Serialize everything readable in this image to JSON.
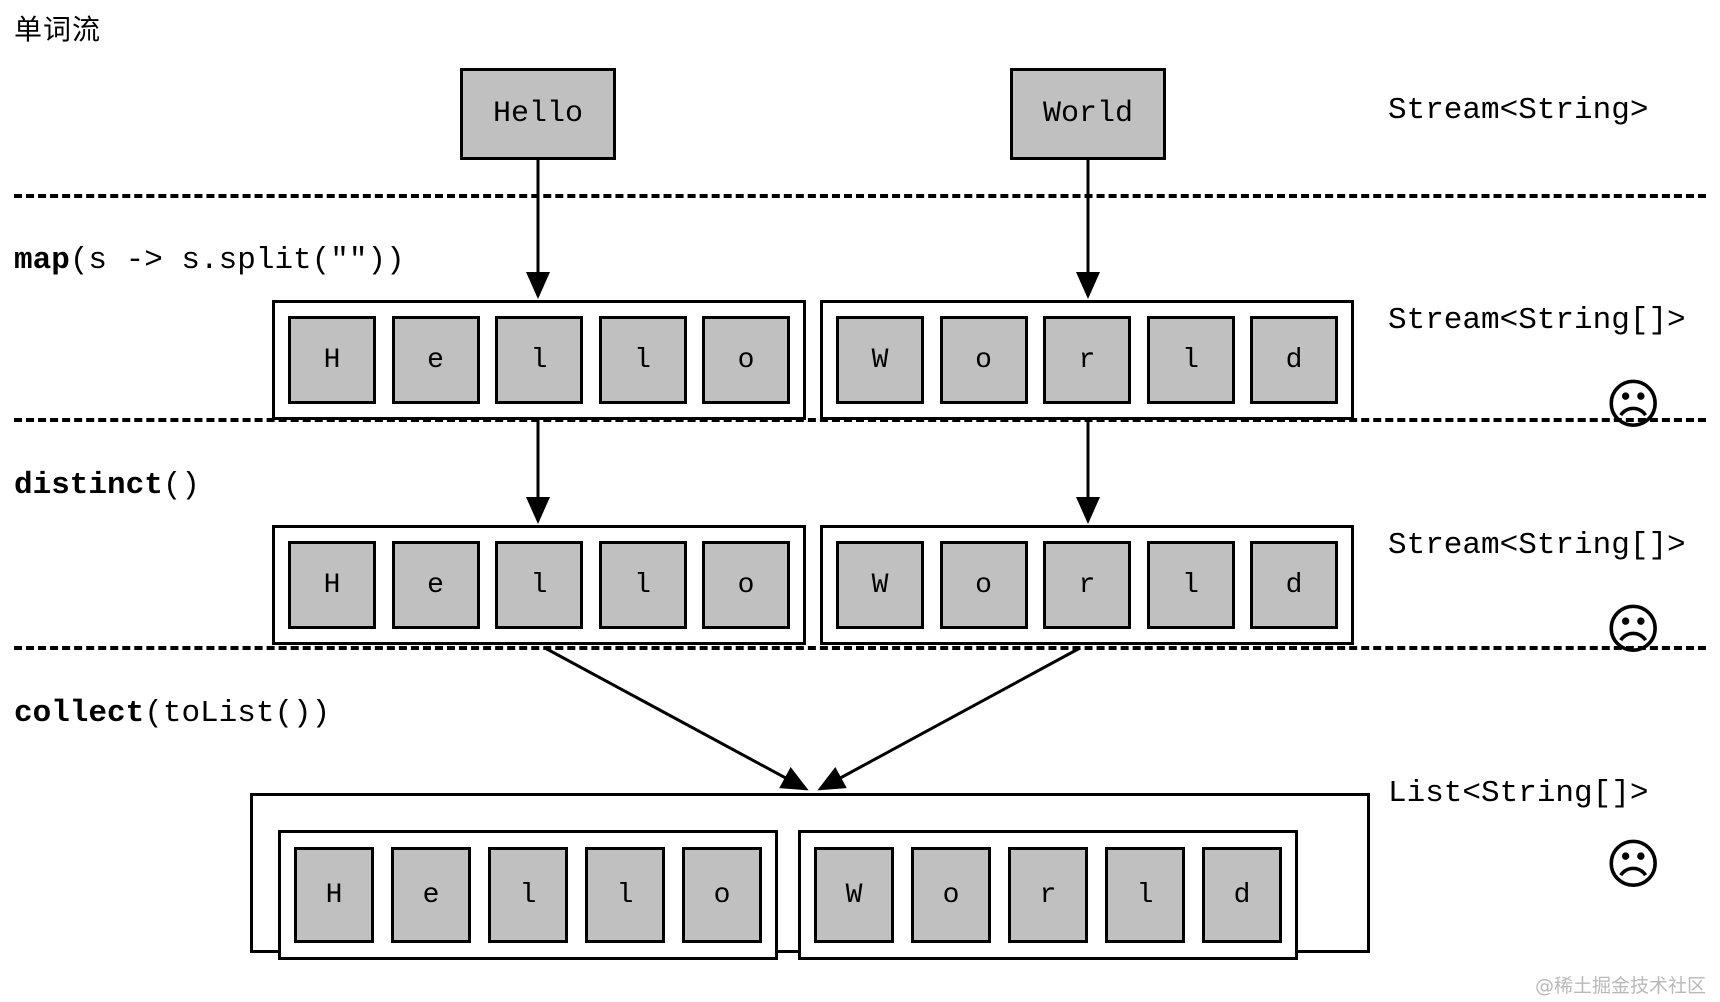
{
  "title": "单词流",
  "watermark": "@稀土掘金技术社区",
  "colors": {
    "cell_fill": "#c0c0c0",
    "stroke": "#000000",
    "background": "#ffffff",
    "watermark": "#b9b9b9"
  },
  "stages": [
    {
      "id": "source",
      "op_name": "",
      "op_args": "",
      "type_label": "Stream<String>",
      "sad": false,
      "items": [
        {
          "word": "Hello"
        },
        {
          "word": "World"
        }
      ]
    },
    {
      "id": "map",
      "op_name": "map",
      "op_args": "(s -> s.split(\"\"))",
      "type_label": "Stream<String[]>",
      "sad": true,
      "sad_icon": "sad-face-icon",
      "arrays": [
        {
          "chars": [
            "H",
            "e",
            "l",
            "l",
            "o"
          ]
        },
        {
          "chars": [
            "W",
            "o",
            "r",
            "l",
            "d"
          ]
        }
      ]
    },
    {
      "id": "distinct",
      "op_name": "distinct",
      "op_args": "()",
      "type_label": "Stream<String[]>",
      "sad": true,
      "sad_icon": "sad-face-icon",
      "arrays": [
        {
          "chars": [
            "H",
            "e",
            "l",
            "l",
            "o"
          ]
        },
        {
          "chars": [
            "W",
            "o",
            "r",
            "l",
            "d"
          ]
        }
      ]
    },
    {
      "id": "collect",
      "op_name": "collect",
      "op_args": "(toList())",
      "type_label": "List<String[]>",
      "sad": true,
      "sad_icon": "sad-face-icon",
      "arrays": [
        {
          "chars": [
            "H",
            "e",
            "l",
            "l",
            "o"
          ]
        },
        {
          "chars": [
            "W",
            "o",
            "r",
            "l",
            "d"
          ]
        }
      ]
    }
  ],
  "sad_glyph": "☹"
}
